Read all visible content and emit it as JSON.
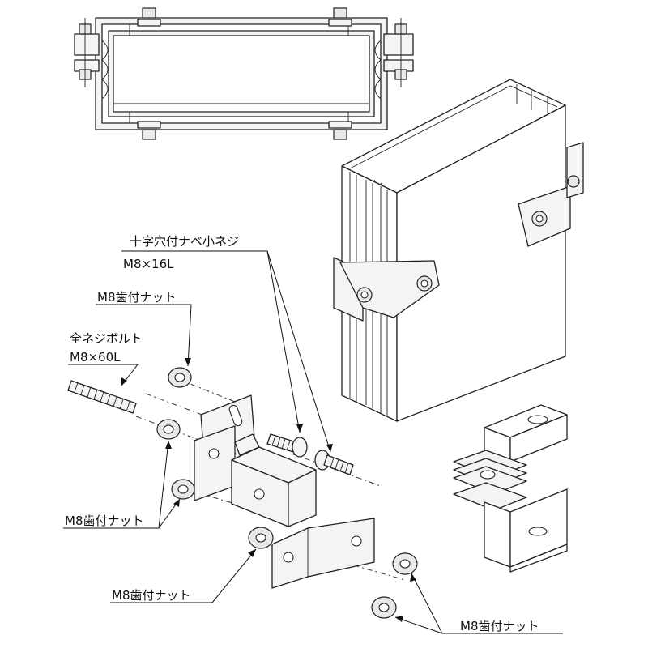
{
  "labels": {
    "screw_name": "十字穴付ナベ小ネジ",
    "screw_size": "M8×16L",
    "nut_top": "M8歯付ナット",
    "bolt_name": "全ネジボルト",
    "bolt_size": "M8×60L",
    "nut_left": "M8歯付ナット",
    "nut_bottom_left": "M8歯付ナット",
    "nut_bottom_right": "M8歯付ナット"
  }
}
